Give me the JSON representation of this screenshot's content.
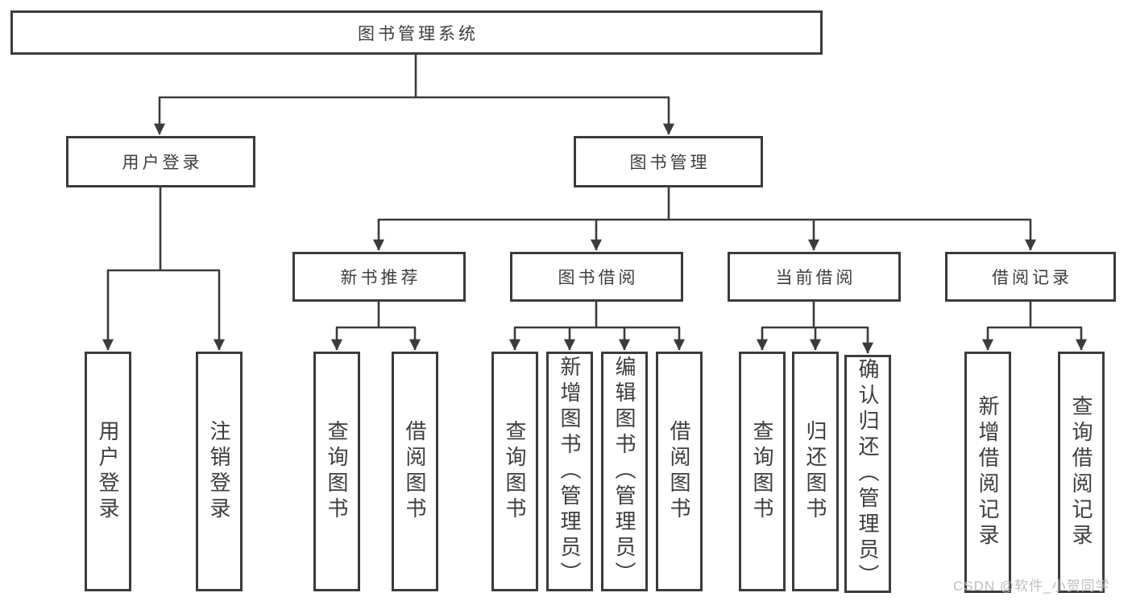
{
  "tree": {
    "root": "图书管理系统",
    "user_login": {
      "label": "用户登录",
      "children": [
        "用户登录",
        "注销登录"
      ]
    },
    "book_management": {
      "label": "图书管理",
      "sections": [
        {
          "label": "新书推荐",
          "children": [
            "查询图书",
            "借阅图书"
          ]
        },
        {
          "label": "图书借阅",
          "children": [
            "查询图书",
            "新增图书（管理员）",
            "编辑图书（管理员）",
            "借阅图书"
          ]
        },
        {
          "label": "当前借阅",
          "children": [
            "查询图书",
            "归还图书",
            "确认归还（管理员）"
          ]
        },
        {
          "label": "借阅记录",
          "children": [
            "新增借阅记录",
            "查询借阅记录"
          ]
        }
      ]
    }
  },
  "watermark": "CSDN @软件_小贺同学",
  "colors": {
    "line": "#3b3b3b",
    "text": "#3d3d3d",
    "watermark": "#b9b9b9",
    "background": "#ffffff"
  }
}
